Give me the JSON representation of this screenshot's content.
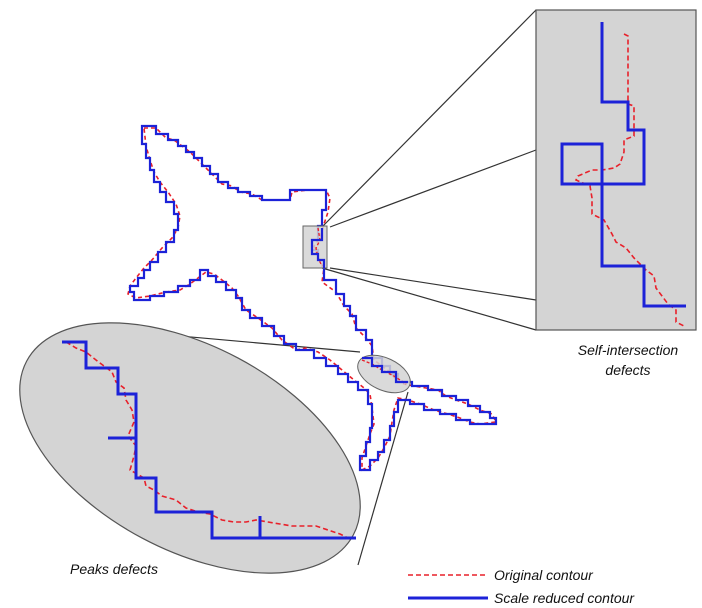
{
  "labels": {
    "self_intersection_line1": "Self-intersection",
    "self_intersection_line2": "defects",
    "peaks": "Peaks defects"
  },
  "legend": {
    "original": "Original contour",
    "scale_reduced": "Scale reduced contour"
  },
  "colors": {
    "original_contour": "#e8202a",
    "reduced_contour": "#1c22d8",
    "zoom_fill": "#d4d4d4",
    "zoom_stroke": "#555555"
  }
}
